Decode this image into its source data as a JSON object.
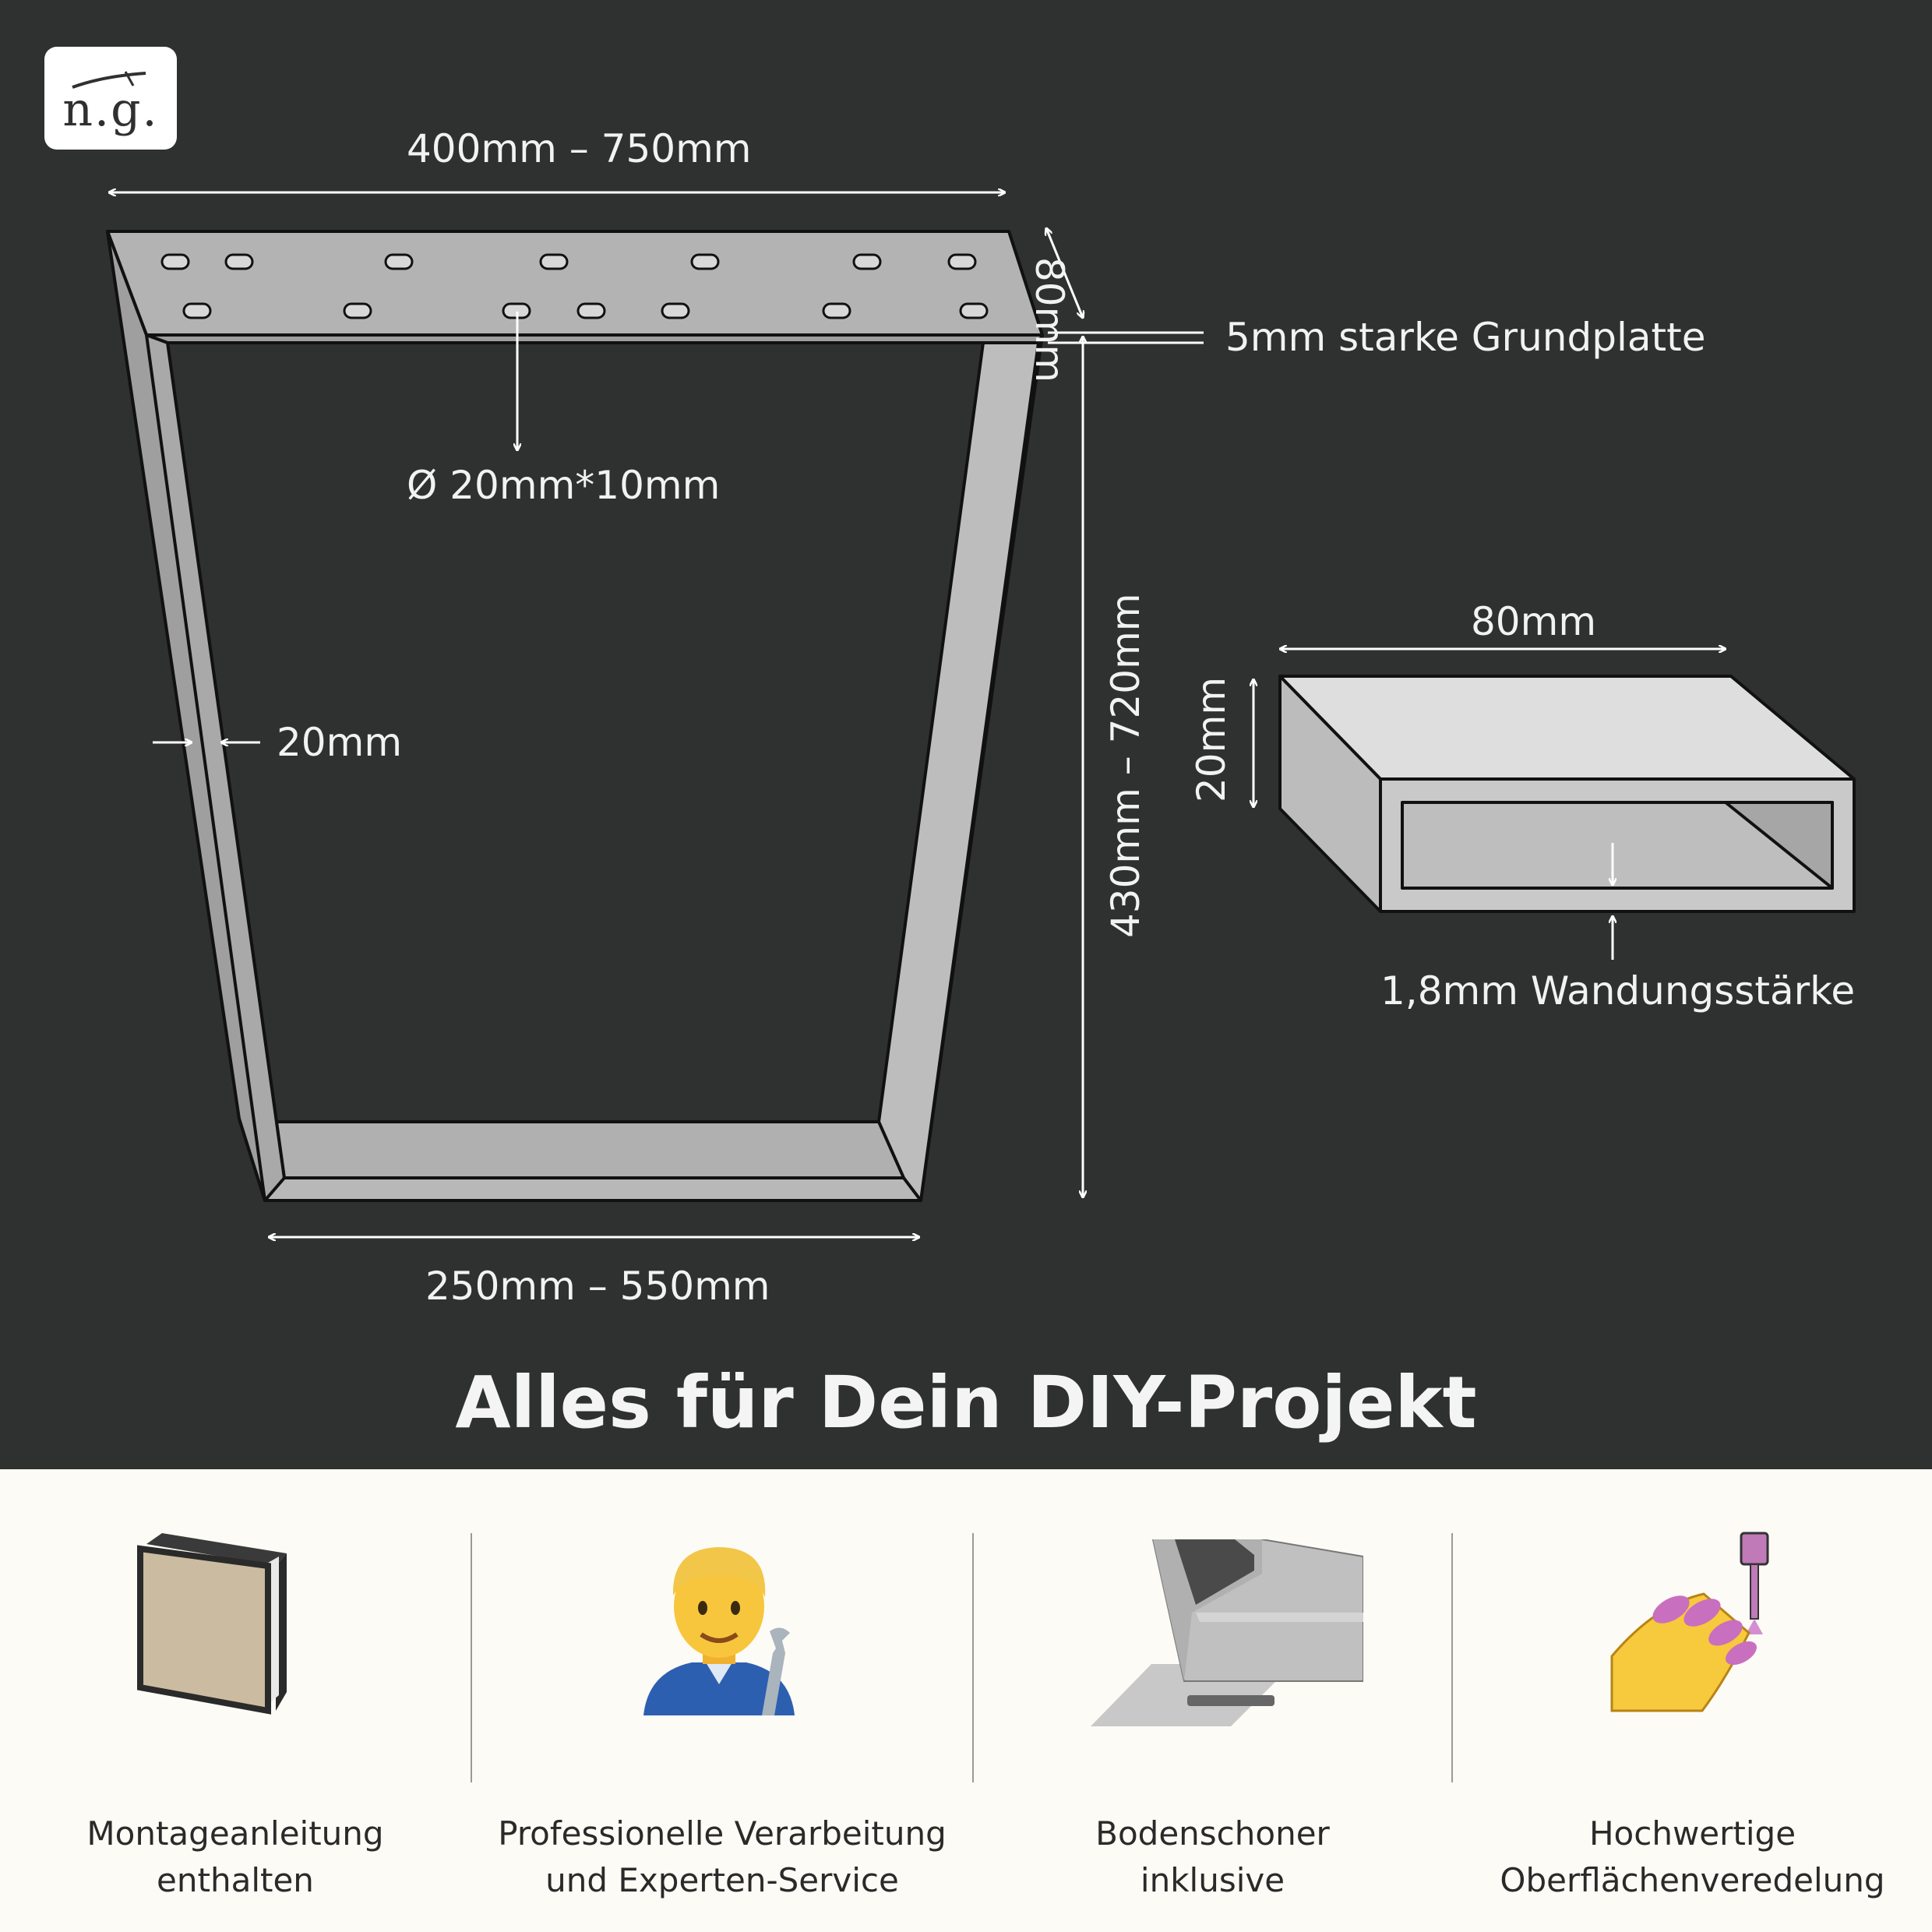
{
  "brand": {
    "logo_text": "n.g."
  },
  "dimensions": {
    "top_width": "400mm – 750mm",
    "depth": "80mm",
    "base_plate": "5mm starke Grundplatte",
    "hole_size": "Ø 20mm*10mm",
    "frame_thickness": "20mm",
    "height": "430mm – 720mm",
    "bottom_width": "250mm – 550mm"
  },
  "profile": {
    "width": "80mm",
    "height": "20mm",
    "wall_thickness": "1,8mm Wandungsstärke"
  },
  "headline": "Alles für Dein DIY-Projekt",
  "features": [
    {
      "icon": "manual-book-icon",
      "line1": "Montageanleitung",
      "line2": "enthalten"
    },
    {
      "icon": "mechanic-icon",
      "line1": "Professionelle Verarbeitung",
      "line2": "und Experten-Service"
    },
    {
      "icon": "floor-protector-icon",
      "line1": "Bodenschoner",
      "line2": "inklusive"
    },
    {
      "icon": "nail-polish-icon",
      "line1": "Hochwertige",
      "line2": "Oberflächenveredelung"
    }
  ],
  "colors": {
    "background": "#2f3030",
    "metal": "#b9b9b9",
    "panel": "#fcfbf5",
    "text_light": "#f2f2f2"
  }
}
